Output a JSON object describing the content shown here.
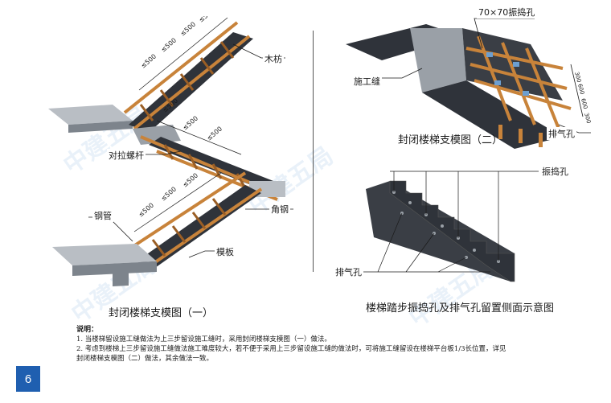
{
  "labels": {
    "left": {
      "wood": "木枋",
      "bolt": "对拉螺杆",
      "pipe": "钢管",
      "angle": "角钢",
      "form": "模板",
      "spacing": "≤500"
    },
    "top_right": {
      "hole": "70×70振捣孔",
      "joint": "施工缝",
      "vent": "排气孔",
      "dims": [
        "300",
        "600",
        "600",
        "300"
      ]
    },
    "bottom_right": {
      "vib": "振捣孔",
      "vent": "排气孔"
    }
  },
  "captions": {
    "left": "封闭楼梯支模图（一）",
    "top_right": "封闭楼梯支模图（二）",
    "bottom_right": "楼梯踏步振捣孔及排气孔留置侧面示意图"
  },
  "notes": {
    "heading": "说明：",
    "items": [
      "1.   当楼梯留设施工缝做法为上三步留设施工缝时，采用封闭楼梯支模图（一）做法。",
      "2.   考虑到楼梯上三步留设施工缝做法施工难度较大，若不便于采用上三步留设施工缝的做法时，可将施工缝留设在楼梯平台板1/3长位置，详见",
      "      封闭楼梯支模图（二）做法，其余做法一致。"
    ]
  },
  "watermark": "中建五局",
  "page_number": "6",
  "colors": {
    "badge": "#1f5fb0",
    "wood": "#c8833a",
    "concrete": "#8a9098",
    "form": "#3a3e45"
  }
}
